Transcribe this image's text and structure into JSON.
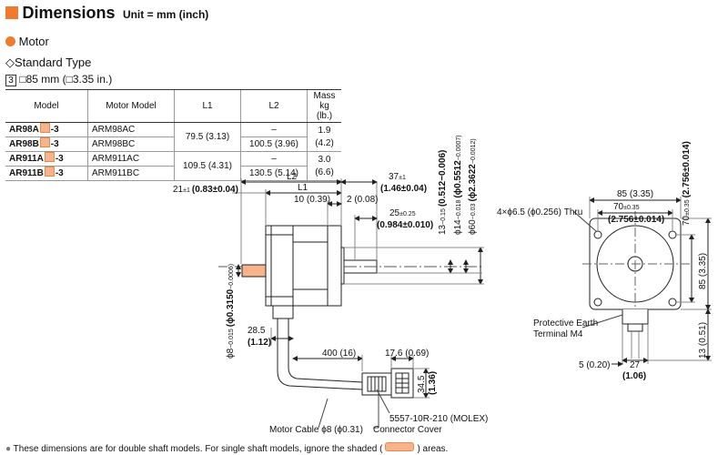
{
  "header": {
    "title": "Dimensions",
    "unit": "Unit = mm (inch)"
  },
  "section": "Motor",
  "subsection": "Standard Type",
  "size_label": {
    "index": "3",
    "text": "85 mm (",
    "text2": "3.35 in.)"
  },
  "table": {
    "headers": [
      "Model",
      "Motor Model",
      "L1",
      "L2",
      "Mass kg (lb.)"
    ],
    "rows": [
      {
        "model_a": "AR98A",
        "model_b": "-3",
        "motor_model": "ARM98AC"
      },
      {
        "model_a": "AR98B",
        "model_b": "-3",
        "motor_model": "ARM98BC"
      },
      {
        "model_a": "AR911A",
        "model_b": "-3",
        "motor_model": "ARM911AC"
      },
      {
        "model_a": "AR911B",
        "model_b": "-3",
        "motor_model": "ARM911BC"
      }
    ],
    "l1_a": "79.5 (3.13)",
    "l1_b": "109.5 (4.31)",
    "l2_values": [
      "–",
      "100.5 (3.96)",
      "–",
      "130.5 (5.14)"
    ],
    "mass_a": "1.9 (4.2)",
    "mass_b": "3.0 (6.6)"
  },
  "side_view": {
    "L2": "L2",
    "L1": "L1",
    "dim_21": "21",
    "dim_21_tol": "±1",
    "dim_21_in": "(0.83±0.04)",
    "dim_10": "10 (0.39)",
    "dim_2": "2 (0.08)",
    "dim_37": "37",
    "dim_37_tol": "±1",
    "dim_37_in": "(1.46±0.04)",
    "dim_25": "25",
    "dim_25_tol": "±0.25",
    "dim_25_in": "(0.984±0.010)",
    "dia_13": "13",
    "dia_13_tol": "−0.15",
    "dia_13_in": "(0.512−0.006)",
    "dia_14": "ϕ14",
    "dia_14_tol": "−0.018",
    "dia_14_in": "(ϕ0.5512",
    "dia_14_in_tol": "−0.0007)",
    "dia_60": "ϕ60",
    "dia_60_tol": "−0.03",
    "dia_60_in": "(ϕ2.3622",
    "dia_60_in_tol": "−0.0012)",
    "dia_8": "ϕ8",
    "dia_8_tol": "−0.015",
    "dia_8_in": "(ϕ0.3150",
    "dia_8_in_tol": "−0.0006)",
    "dim_28": "28.5",
    "dim_28_in": "(1.12)",
    "dim_400": "400 (16)",
    "dim_17": "17.6 (0.69)",
    "dim_34": "34.5",
    "dim_34_in": "(1.36)",
    "connector": "5557-10R-210 (MOLEX)",
    "connector_cover": "Connector Cover",
    "motor_cable": "Motor Cable ϕ8 (ϕ0.31)"
  },
  "front_view": {
    "holes": "4×ϕ6.5 (ϕ0.256) Thru",
    "dim_85": "85 (3.35)",
    "dim_70": "70",
    "dim_70_tol": "±0.35",
    "dim_70_in": "(2.756±0.014)",
    "dim_70v": "70",
    "dim_70v_tol": "±0.35",
    "dim_70v_in": "(2.756±0.014)",
    "dim_85v": "85 (3.35)",
    "dim_13v": "13 (0.51)",
    "dim_5": "5 (0.20)",
    "dim_27": "27",
    "dim_27_in": "(1.06)",
    "pe_label_1": "Protective Earth",
    "pe_label_2": "Terminal M4"
  },
  "footnote": {
    "text_a": "These dimensions are for double shaft models. For single shaft models, ignore the shaded (",
    "text_b": ") areas."
  },
  "colors": {
    "accent": "#f07a2d",
    "shade": "#f7b48a"
  }
}
